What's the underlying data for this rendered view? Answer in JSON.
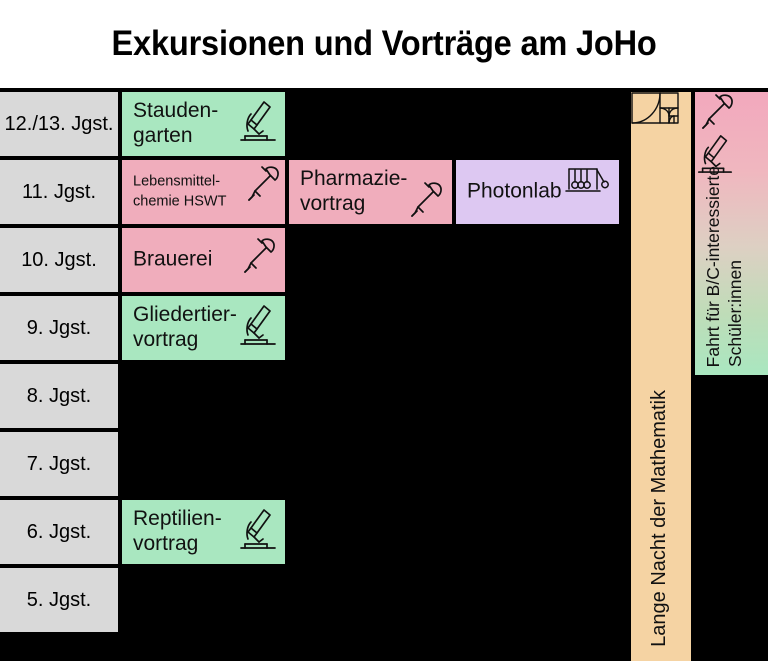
{
  "header": {
    "title": "Exkursionen und Vorträge am JoHo"
  },
  "colors": {
    "biology_green": "#a9e7c0",
    "chemistry_pink": "#f0adbc",
    "physics_lavender": "#ddc8f2",
    "math_peach": "#f5d3a3",
    "label_gray": "#d9d9d9",
    "background_black": "#000000",
    "trip_gradient_start": "#f2a8bd",
    "trip_gradient_end": "#a9e7c0"
  },
  "grade_rows": [
    {
      "label": "12./13.\nJgst."
    },
    {
      "label": "11. Jgst."
    },
    {
      "label": "10. Jgst."
    },
    {
      "label": "9. Jgst."
    },
    {
      "label": "8. Jgst."
    },
    {
      "label": "7. Jgst."
    },
    {
      "label": "6. Jgst."
    },
    {
      "label": "5. Jgst."
    }
  ],
  "events": [
    {
      "label": "Stauden-\ngarten",
      "icon": "microscope-icon",
      "subject": "biology",
      "color": "#a9e7c0"
    },
    {
      "label": "Lebensmittel-\nchemie HSWT",
      "icon": "pipette-icon",
      "subject": "chemistry",
      "color": "#f0adbc"
    },
    {
      "label": "Pharmazie-\nvortrag",
      "icon": "pipette-icon",
      "subject": "chemistry",
      "color": "#f0adbc"
    },
    {
      "label": "Photonlab",
      "icon": "newtons-cradle-icon",
      "subject": "physics",
      "color": "#ddc8f2"
    },
    {
      "label": "Brauerei",
      "icon": "pipette-icon",
      "subject": "chemistry",
      "color": "#f0adbc"
    },
    {
      "label": "Gliedertier-\nvortrag",
      "icon": "microscope-icon",
      "subject": "biology",
      "color": "#a9e7c0"
    },
    {
      "label": "Reptilien-\nvortrag",
      "icon": "microscope-icon",
      "subject": "biology",
      "color": "#a9e7c0"
    }
  ],
  "vertical_columns": [
    {
      "label": "Lange Nacht der Mathematik",
      "icon": "golden-spiral-icon",
      "subject": "math",
      "color": "#f5d3a3"
    },
    {
      "label_line1": "Fahrt für B/C-interessierte",
      "label_line2": "Schüler:innen",
      "icons": [
        "pipette-icon",
        "microscope-icon"
      ],
      "subject": "biology-chemistry-trip"
    }
  ]
}
